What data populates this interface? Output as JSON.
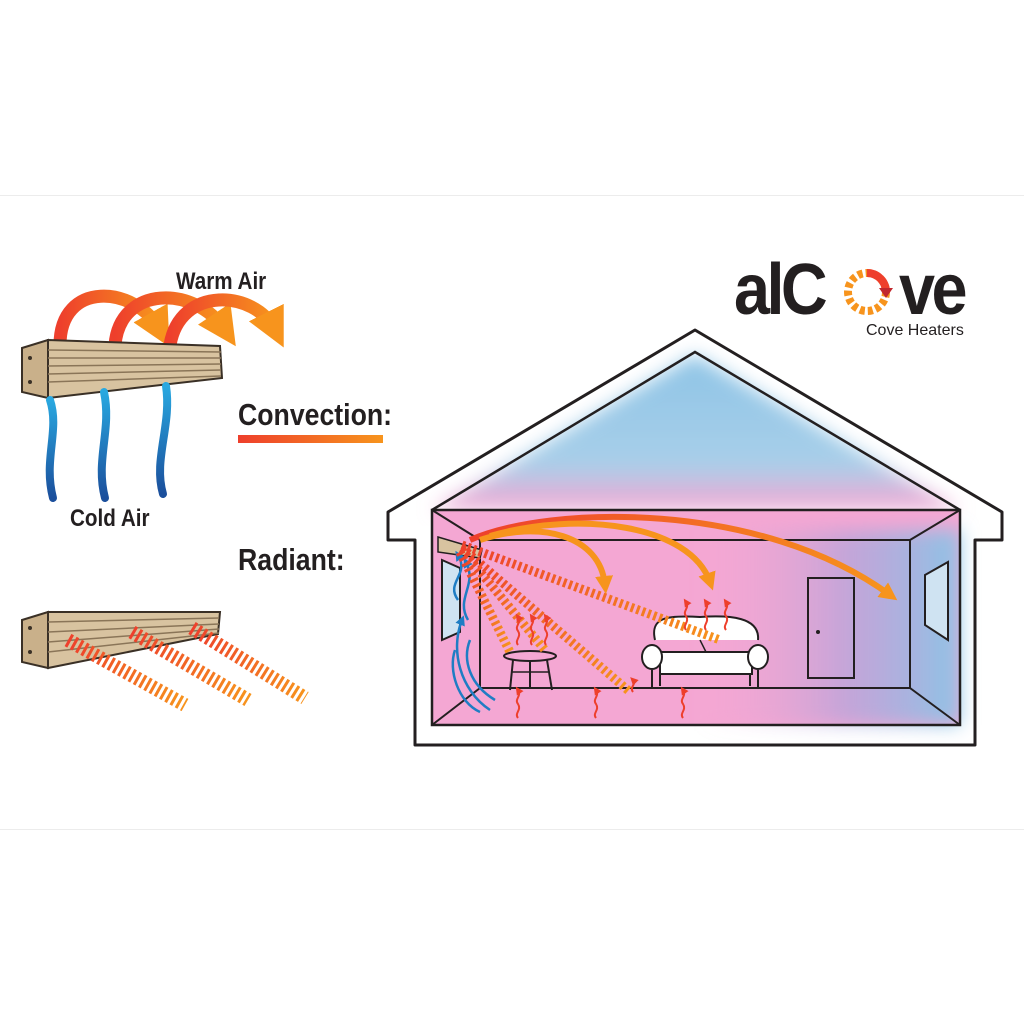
{
  "labels": {
    "warm_air": "Warm Air",
    "cold_air": "Cold Air",
    "convection": "Convection:",
    "radiant": "Radiant:"
  },
  "logo": {
    "name_prefix": "alC",
    "name_suffix": "ve",
    "tagline": "Cove Heaters"
  },
  "colors": {
    "warm_orange": "#f7941d",
    "hot_red": "#ee3f2c",
    "cold_blue": "#1f7dc4",
    "heater_tan": "#d8c3a0",
    "room_pink": "#f4a7d3",
    "attic_blue": "#8ec4e6"
  },
  "icons": [
    "cove-heater-icon",
    "house-icon",
    "sofa-icon",
    "side-table-icon",
    "door-icon",
    "window-icon"
  ]
}
